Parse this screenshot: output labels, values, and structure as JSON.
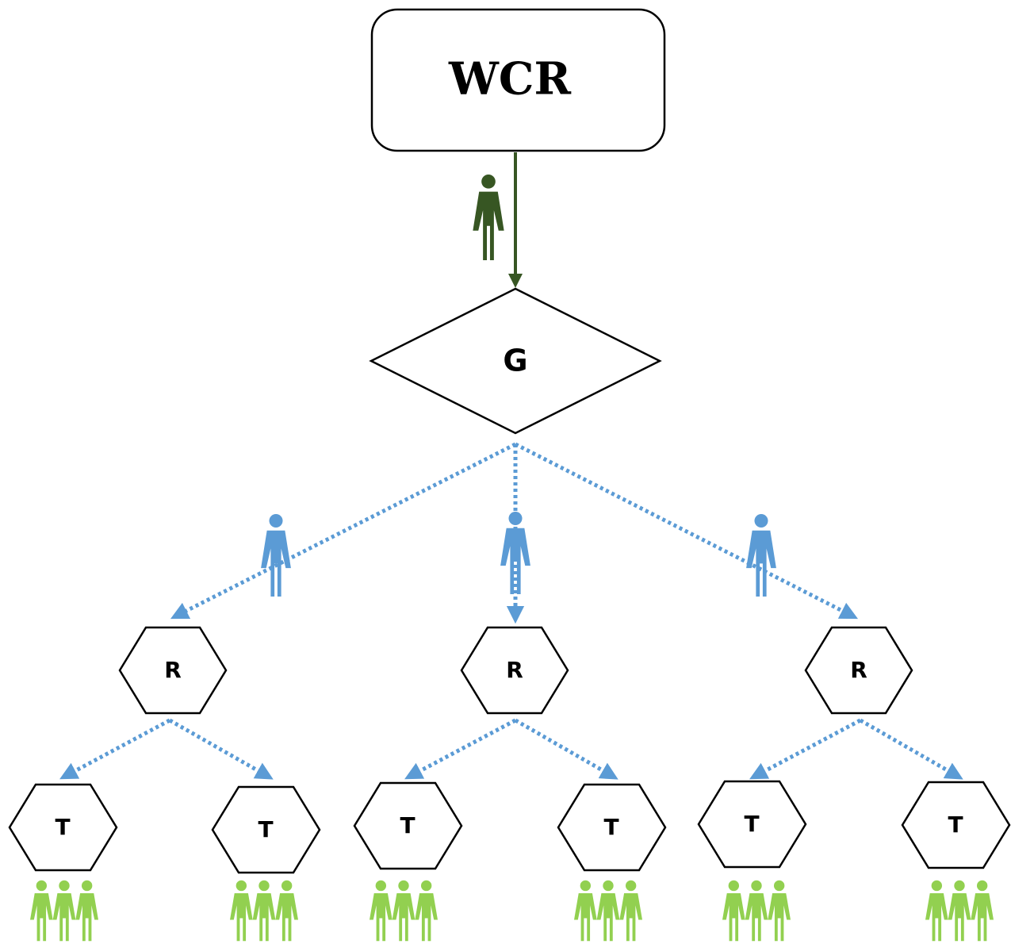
{
  "nodes": {
    "wcr": "WCR",
    "g": "G",
    "regions": [
      "R",
      "R",
      "R"
    ],
    "teams": [
      "T",
      "T",
      "T",
      "T",
      "T",
      "T"
    ]
  },
  "colors": {
    "dark_green": "#375623",
    "blue": "#5b9bd5",
    "light_green": "#92d050",
    "stroke": "#000000"
  },
  "icons": {
    "single_dark": "person-icon",
    "single_blue": "person-icon",
    "group_green": "people-group-icon"
  }
}
